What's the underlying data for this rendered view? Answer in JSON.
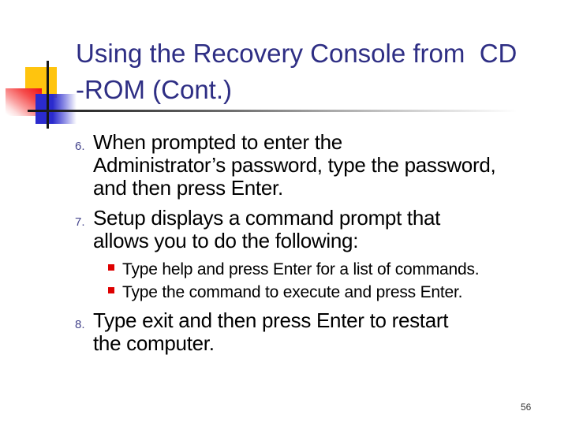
{
  "slide": {
    "title": {
      "lines": [
        "Using the Recovery Console from  CD",
        "-ROM (Cont.)"
      ]
    },
    "items": [
      {
        "number": "6.",
        "lines": [
          "When prompted to enter the",
          "Administrator’s password, type the password,",
          "and then press Enter."
        ]
      },
      {
        "number": "7.",
        "lines": [
          "Setup displays a command prompt that",
          "allows you to do the following:"
        ],
        "sub_bullets": [
          "Type help and press Enter for a list of commands.",
          "Type the command to execute and press Enter."
        ]
      },
      {
        "number": "8.",
        "lines": [
          "Type exit and then press Enter to restart",
          "the computer."
        ]
      }
    ],
    "page_number": "56",
    "colors": {
      "title_text": "#2e2e84",
      "list_number": "#45458c",
      "bullet_square": "#de0000",
      "accent_yellow": "#ffc40e",
      "accent_blue": "#2b2bce",
      "accent_red": "#f21010",
      "body_text": "#000000"
    }
  }
}
